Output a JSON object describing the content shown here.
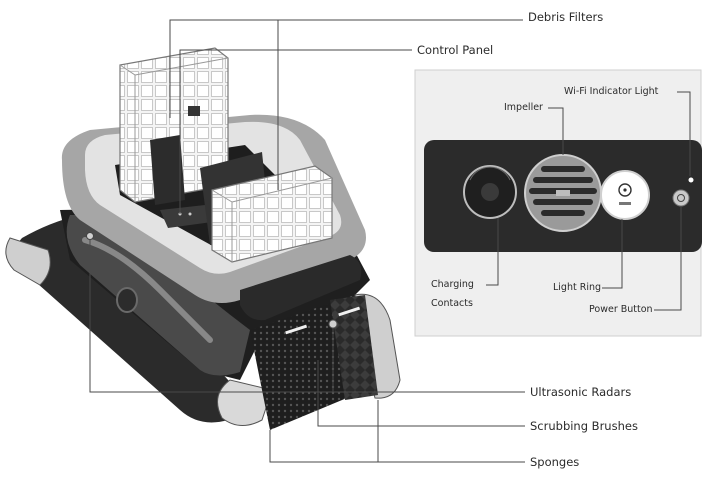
{
  "callouts": {
    "debris_filters": "Debris Filters",
    "control_panel": "Control Panel",
    "ultrasonic_radars": "Ultrasonic Radars",
    "scrubbing_brushes": "Scrubbing Brushes",
    "sponges": "Sponges"
  },
  "inset": {
    "wifi_indicator_light": "Wi-Fi Indicator Light",
    "impeller": "Impeller",
    "charging_contacts_line1": "Charging",
    "charging_contacts_line2": "Contacts",
    "light_ring": "Light Ring",
    "power_button": "Power Button"
  },
  "colors": {
    "line": "#4a4a4a",
    "body_light": "#e2e2e2",
    "body_mid": "#9a9a9a",
    "body_dark": "#3a3a3a",
    "body_black": "#1c1c1c",
    "inset_bg": "#efefef"
  }
}
